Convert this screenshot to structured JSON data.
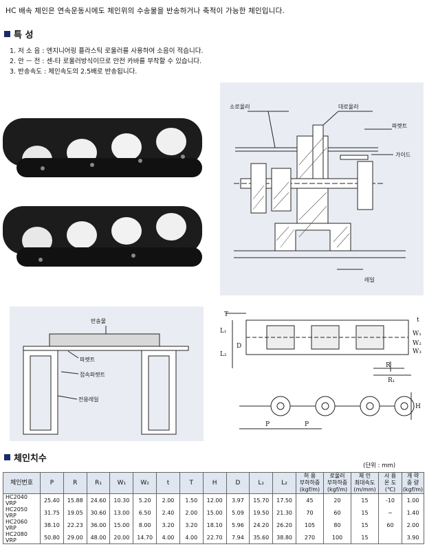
{
  "intro": "HC 배속 체인은 연속운동시에도 체인위의 수송물을 반송하거나 축적이 가능한 체인입니다.",
  "features": {
    "title": "특 성",
    "items": [
      "1. 저 소 음 : 엔지니어링 플라스틱 로울러를 사용하여 소음이 적습니다.",
      "2. 안 ㅡ 전 : 센-타 로울러방식이므로 안전 카바를 부착할 수 있습니다.",
      "3. 반송속도 : 체인속도의 2.5배로 반송됩니다."
    ]
  },
  "cross_section_labels": {
    "small_roller": "소로울러",
    "large_roller": "대로울러",
    "bracket": "파렛트",
    "guide": "가이드",
    "rail": "레일"
  },
  "conveyor_labels": {
    "cargo": "반송물",
    "pallet": "파렛트",
    "contact_pallet": "접속파렛트",
    "dedicated_rail": "전용레일"
  },
  "dimension_labels": [
    "T",
    "L1",
    "L2",
    "D",
    "t",
    "W1",
    "W2",
    "W3",
    "R",
    "R1",
    "P",
    "P",
    "H"
  ],
  "dims": {
    "T": "T",
    "L1": "L₁",
    "L2": "L₂",
    "D": "D",
    "t": "t",
    "W1": "W₁",
    "W2": "W₂",
    "W3": "W₃",
    "R": "R",
    "R1": "R₁",
    "P1": "P",
    "P2": "P",
    "H": "H"
  },
  "specs": {
    "title": "체인치수",
    "unit": "(단위 : mm)",
    "headers": {
      "name": "체인번호",
      "cols": [
        "P",
        "R",
        "R₁",
        "W₁",
        "W₂",
        "t",
        "T",
        "H",
        "D",
        "L₁",
        "L₂"
      ],
      "load_top": "허   용",
      "load_bottom": "부하하중",
      "roller_top": "로울러",
      "roller_bottom": "부하하중",
      "chain_top": "체   인",
      "chain_bottom": "최대속도",
      "temp": "사 용\n온 도",
      "temp_unit": "(℃)",
      "weight": "개 략\n중 량",
      "load_unit": "(kgf/m)",
      "roller_unit": "(kgf/m)",
      "chain_unit": "(m/mm)",
      "weight_unit": "(kgf/m)"
    },
    "rows": [
      {
        "name": "HC2040 VRP",
        "vals": [
          "25.40",
          "15.88",
          "24.60",
          "10.30",
          "5.20",
          "2.00",
          "1.50",
          "12.00",
          "3.97",
          "15.70",
          "17.50",
          "45",
          "20",
          "15"
        ],
        "weight": "1.00"
      },
      {
        "name": "HC2050 VRP",
        "vals": [
          "31.75",
          "19.05",
          "30.60",
          "13.00",
          "6.50",
          "2.40",
          "2.00",
          "15.00",
          "5.09",
          "19.50",
          "21.30",
          "70",
          "60",
          "15"
        ],
        "weight": "1.40"
      },
      {
        "name": "HC2060 VRP",
        "vals": [
          "38.10",
          "22.23",
          "36.00",
          "15.00",
          "8.00",
          "3.20",
          "3.20",
          "18.10",
          "5.96",
          "24.20",
          "26.20",
          "105",
          "80",
          "15"
        ],
        "weight": "2.00"
      },
      {
        "name": "HC2080 VRP",
        "vals": [
          "50.80",
          "29.00",
          "48.00",
          "20.00",
          "14.70",
          "4.00",
          "4.00",
          "22.70",
          "7.94",
          "35.60",
          "38.80",
          "270",
          "100",
          "15"
        ],
        "weight": "3.90"
      }
    ],
    "temp_values": [
      "-10",
      "~",
      "60"
    ]
  }
}
